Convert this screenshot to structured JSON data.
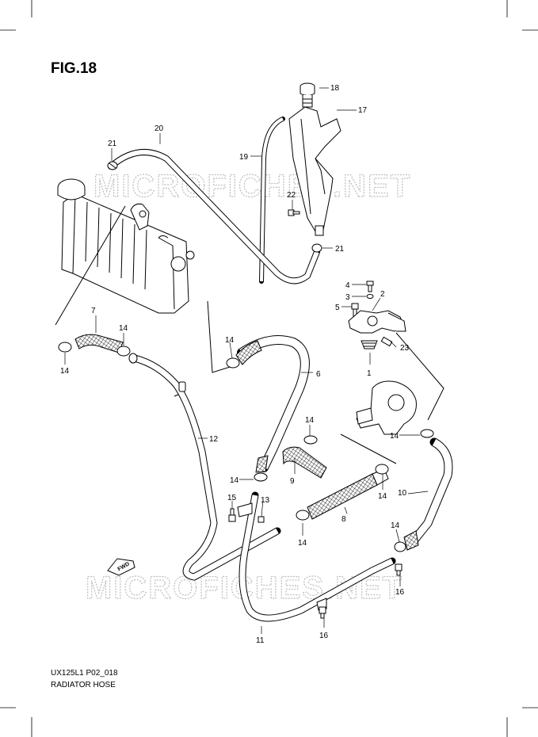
{
  "figure": {
    "title": "FIG.18",
    "code": "UX125L1 P02_018",
    "name": "RADIATOR HOSE",
    "watermark": "MICROFICHES.NET",
    "direction_marker": "FWD"
  },
  "callouts": {
    "c1": "1",
    "c2": "2",
    "c3": "3",
    "c4": "4",
    "c5": "5",
    "c6": "6",
    "c7": "7",
    "c8": "8",
    "c9": "9",
    "c10": "10",
    "c11": "11",
    "c12": "12",
    "c13": "13",
    "c14a": "14",
    "c14b": "14",
    "c14c": "14",
    "c14d": "14",
    "c14e": "14",
    "c14f": "14",
    "c14g": "14",
    "c14h": "14",
    "c14i": "14",
    "c15": "15",
    "c16a": "16",
    "c16b": "16",
    "c17": "17",
    "c18": "18",
    "c19": "19",
    "c20": "20",
    "c21a": "21",
    "c21b": "21",
    "c22": "22",
    "c23": "23"
  }
}
